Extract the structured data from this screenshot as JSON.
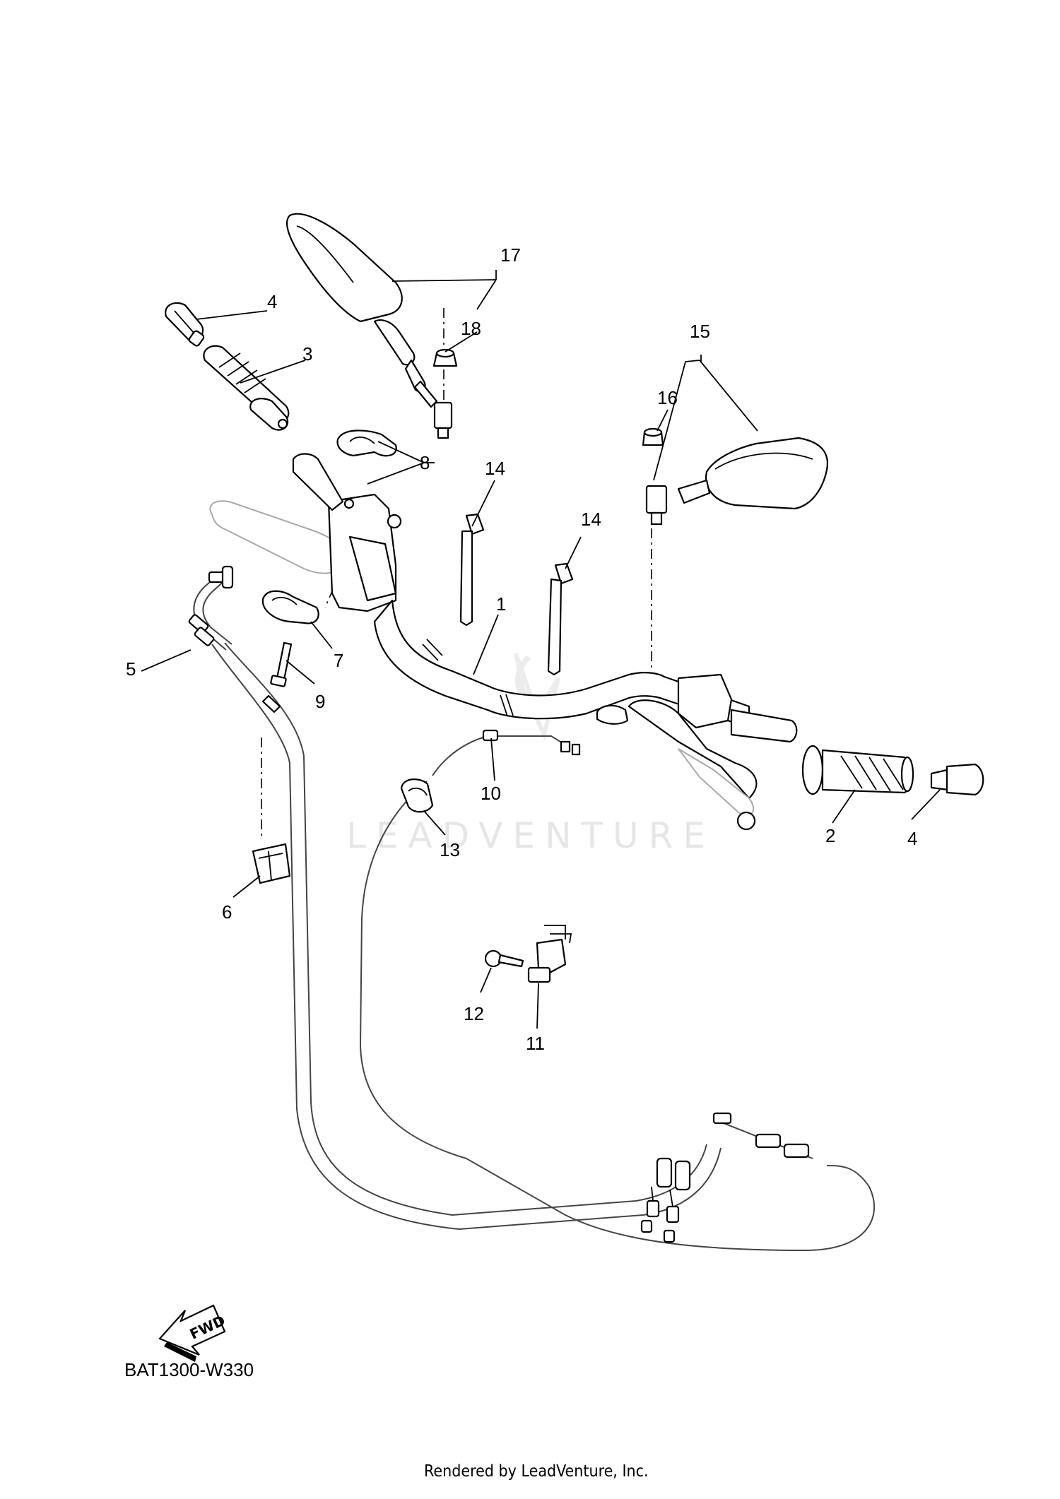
{
  "diagram": {
    "drawing_code": "BAT1300-W330",
    "footer_text": "Rendered by LeadVenture, Inc.",
    "watermark_text": "LEADVENTURE",
    "fwd_label": "FWD",
    "callouts": [
      {
        "id": "c17",
        "label": "17"
      },
      {
        "id": "c4a",
        "label": "4"
      },
      {
        "id": "c18",
        "label": "18"
      },
      {
        "id": "c3",
        "label": "3"
      },
      {
        "id": "c15",
        "label": "15"
      },
      {
        "id": "c16",
        "label": "16"
      },
      {
        "id": "c8",
        "label": "8"
      },
      {
        "id": "c14a",
        "label": "14"
      },
      {
        "id": "c14b",
        "label": "14"
      },
      {
        "id": "c1",
        "label": "1"
      },
      {
        "id": "c5",
        "label": "5"
      },
      {
        "id": "c7",
        "label": "7"
      },
      {
        "id": "c9",
        "label": "9"
      },
      {
        "id": "c10",
        "label": "10"
      },
      {
        "id": "c2",
        "label": "2"
      },
      {
        "id": "c4b",
        "label": "4"
      },
      {
        "id": "c13",
        "label": "13"
      },
      {
        "id": "c6",
        "label": "6"
      },
      {
        "id": "c12",
        "label": "12"
      },
      {
        "id": "c11",
        "label": "11"
      }
    ]
  }
}
